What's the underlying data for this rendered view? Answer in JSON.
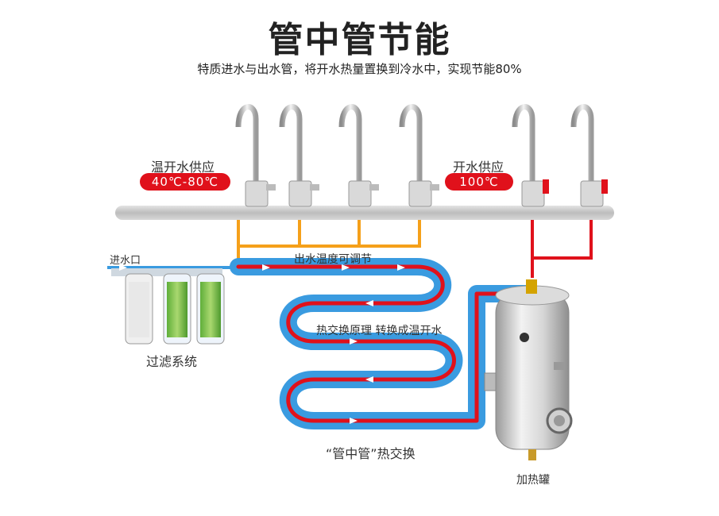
{
  "header": {
    "title": "管中管节能",
    "subtitle": "特质进水与出水管，将开水热量置换到冷水中，实现节能80%"
  },
  "labels": {
    "warm_supply": "温开水供应",
    "warm_temp": "40℃-80℃",
    "hot_supply": "开水供应",
    "hot_temp": "100℃",
    "inlet": "进水口",
    "outlet_temp_adjust": "出水温度可调节",
    "filter_system": "过滤系统",
    "exchange_principle": "热交换原理  转换成温开水",
    "pipe_in_pipe": "“管中管”热交换",
    "heating_tank": "加热罐"
  },
  "colors": {
    "hot_pipe": "#e0111b",
    "cold_pipe": "#3a9be0",
    "warm_pipe": "#f5a01a",
    "main_pipe": "#c9cacb",
    "tank": "#c8c8c8"
  }
}
